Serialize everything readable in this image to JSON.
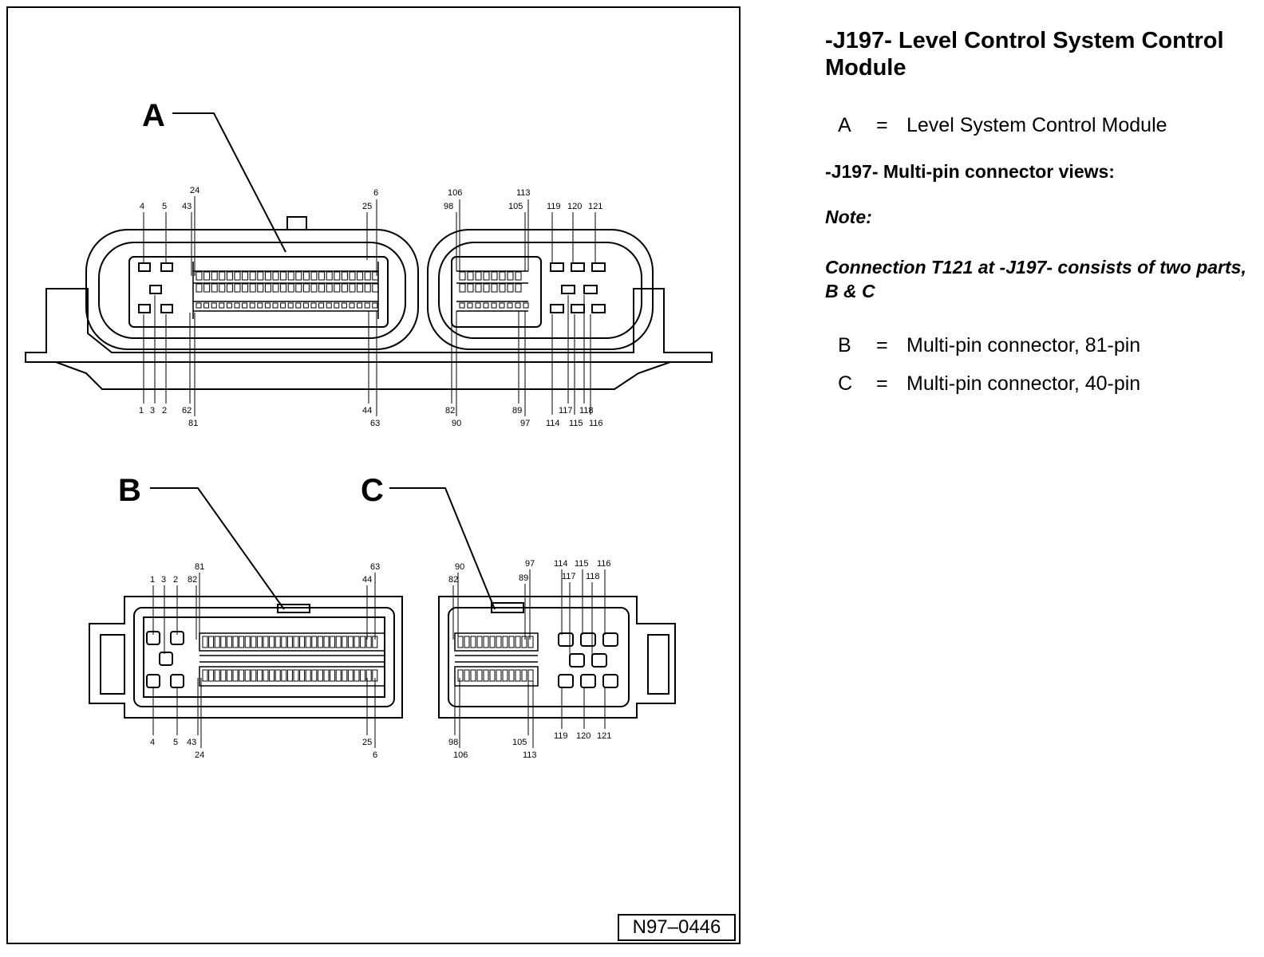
{
  "document": {
    "title": "-J197- Level Control System Control Module",
    "legend_a": [
      {
        "key": "A",
        "eq": "=",
        "text": "Level System Control Module"
      }
    ],
    "subheading": "-J197- Multi-pin connector views:",
    "note_label": "Note:",
    "note_text": "Connection T121 at -J197- consists of two parts, B & C",
    "legend_bc": [
      {
        "key": "B",
        "eq": "=",
        "text": "Multi-pin connector, 81-pin"
      },
      {
        "key": "C",
        "eq": "=",
        "text": "Multi-pin connector, 40-pin"
      }
    ]
  },
  "diagram": {
    "figure_id": "N97–0446",
    "callouts": {
      "a": "A",
      "b": "B",
      "c": "C"
    },
    "pin_labels_a": {
      "top": [
        "4",
        "5",
        "43",
        "24",
        "25",
        "6",
        "98",
        "106",
        "105",
        "113",
        "119",
        "120",
        "121"
      ],
      "bottom": [
        "1",
        "3",
        "2",
        "62",
        "81",
        "44",
        "63",
        "82",
        "90",
        "89",
        "97",
        "114",
        "117",
        "115",
        "118",
        "116"
      ]
    },
    "pin_labels_b": {
      "top": [
        "1",
        "3",
        "2",
        "81",
        "82",
        "44",
        "63"
      ],
      "bottom": [
        "4",
        "5",
        "43",
        "24",
        "25",
        "6"
      ]
    },
    "pin_labels_c": {
      "top": [
        "90",
        "82",
        "97",
        "89",
        "114",
        "115",
        "116",
        "117",
        "118"
      ],
      "bottom": [
        "98",
        "106",
        "105",
        "113",
        "119",
        "120",
        "121"
      ]
    }
  }
}
